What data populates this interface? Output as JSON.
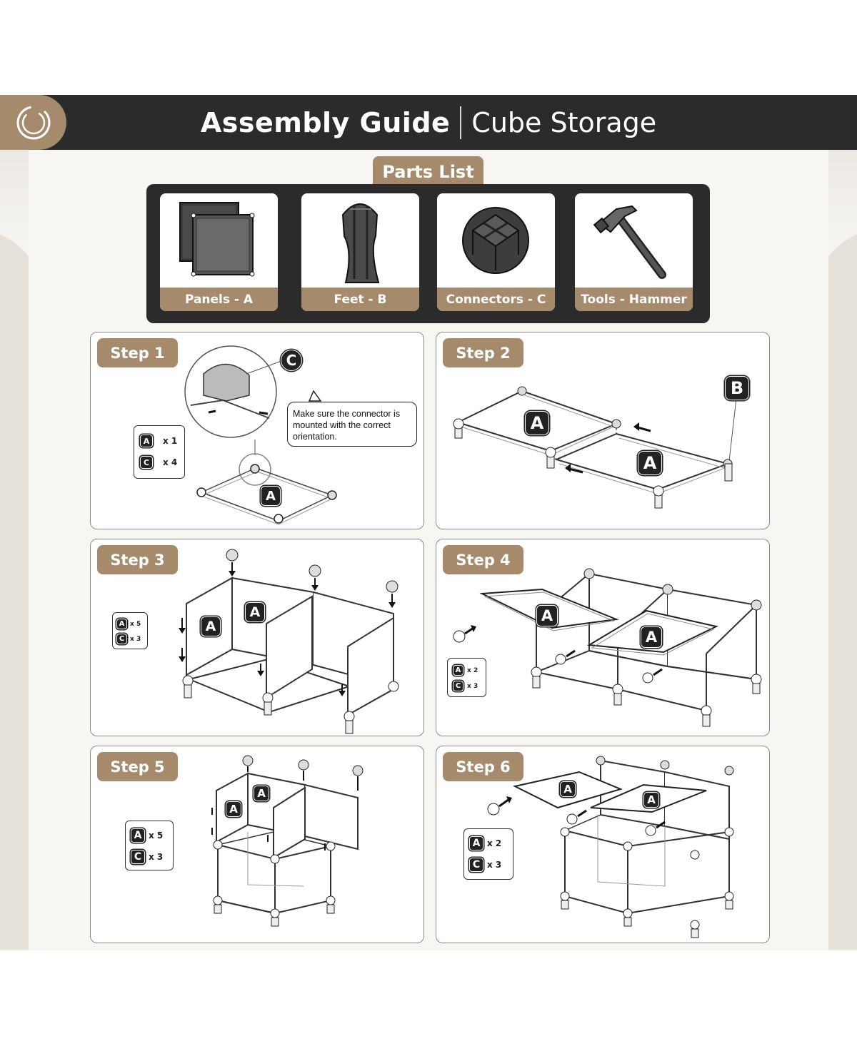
{
  "header": {
    "title_bold": "Assembly Guide",
    "title_light": "Cube Storage",
    "logo_icon": "ring-logo-icon"
  },
  "colors": {
    "accent": "#a58b6c",
    "dark": "#2b2b2b",
    "panel_border": "#8a8a8a"
  },
  "parts_list": {
    "title": "Parts List",
    "items": [
      {
        "label": "Panels - A",
        "icon": "panel-icon"
      },
      {
        "label": "Feet - B",
        "icon": "foot-icon"
      },
      {
        "label": "Connectors - C",
        "icon": "connector-icon"
      },
      {
        "label": "Tools - Hammer",
        "icon": "hammer-icon"
      }
    ]
  },
  "steps": [
    {
      "label": "Step 1",
      "quantities": [
        {
          "part": "A",
          "count": "x 1"
        },
        {
          "part": "C",
          "count": "x 4"
        }
      ],
      "callout": "Make sure the connector is mounted with the correct orientation.",
      "badges": [
        "C",
        "A"
      ]
    },
    {
      "label": "Step 2",
      "badges": [
        "B",
        "A",
        "A"
      ]
    },
    {
      "label": "Step 3",
      "quantities": [
        {
          "part": "A",
          "count": "x 5"
        },
        {
          "part": "C",
          "count": "x 3"
        }
      ],
      "badges": [
        "A",
        "A"
      ]
    },
    {
      "label": "Step 4",
      "quantities": [
        {
          "part": "A",
          "count": "x 2"
        },
        {
          "part": "C",
          "count": "x 3"
        }
      ],
      "badges": [
        "A",
        "A"
      ]
    },
    {
      "label": "Step 5",
      "quantities": [
        {
          "part": "A",
          "count": "x 5"
        },
        {
          "part": "C",
          "count": "x 3"
        }
      ],
      "badges": [
        "A",
        "A"
      ]
    },
    {
      "label": "Step 6",
      "quantities": [
        {
          "part": "A",
          "count": "x 2"
        },
        {
          "part": "C",
          "count": "x 3"
        }
      ],
      "badges": [
        "A",
        "A"
      ]
    }
  ]
}
